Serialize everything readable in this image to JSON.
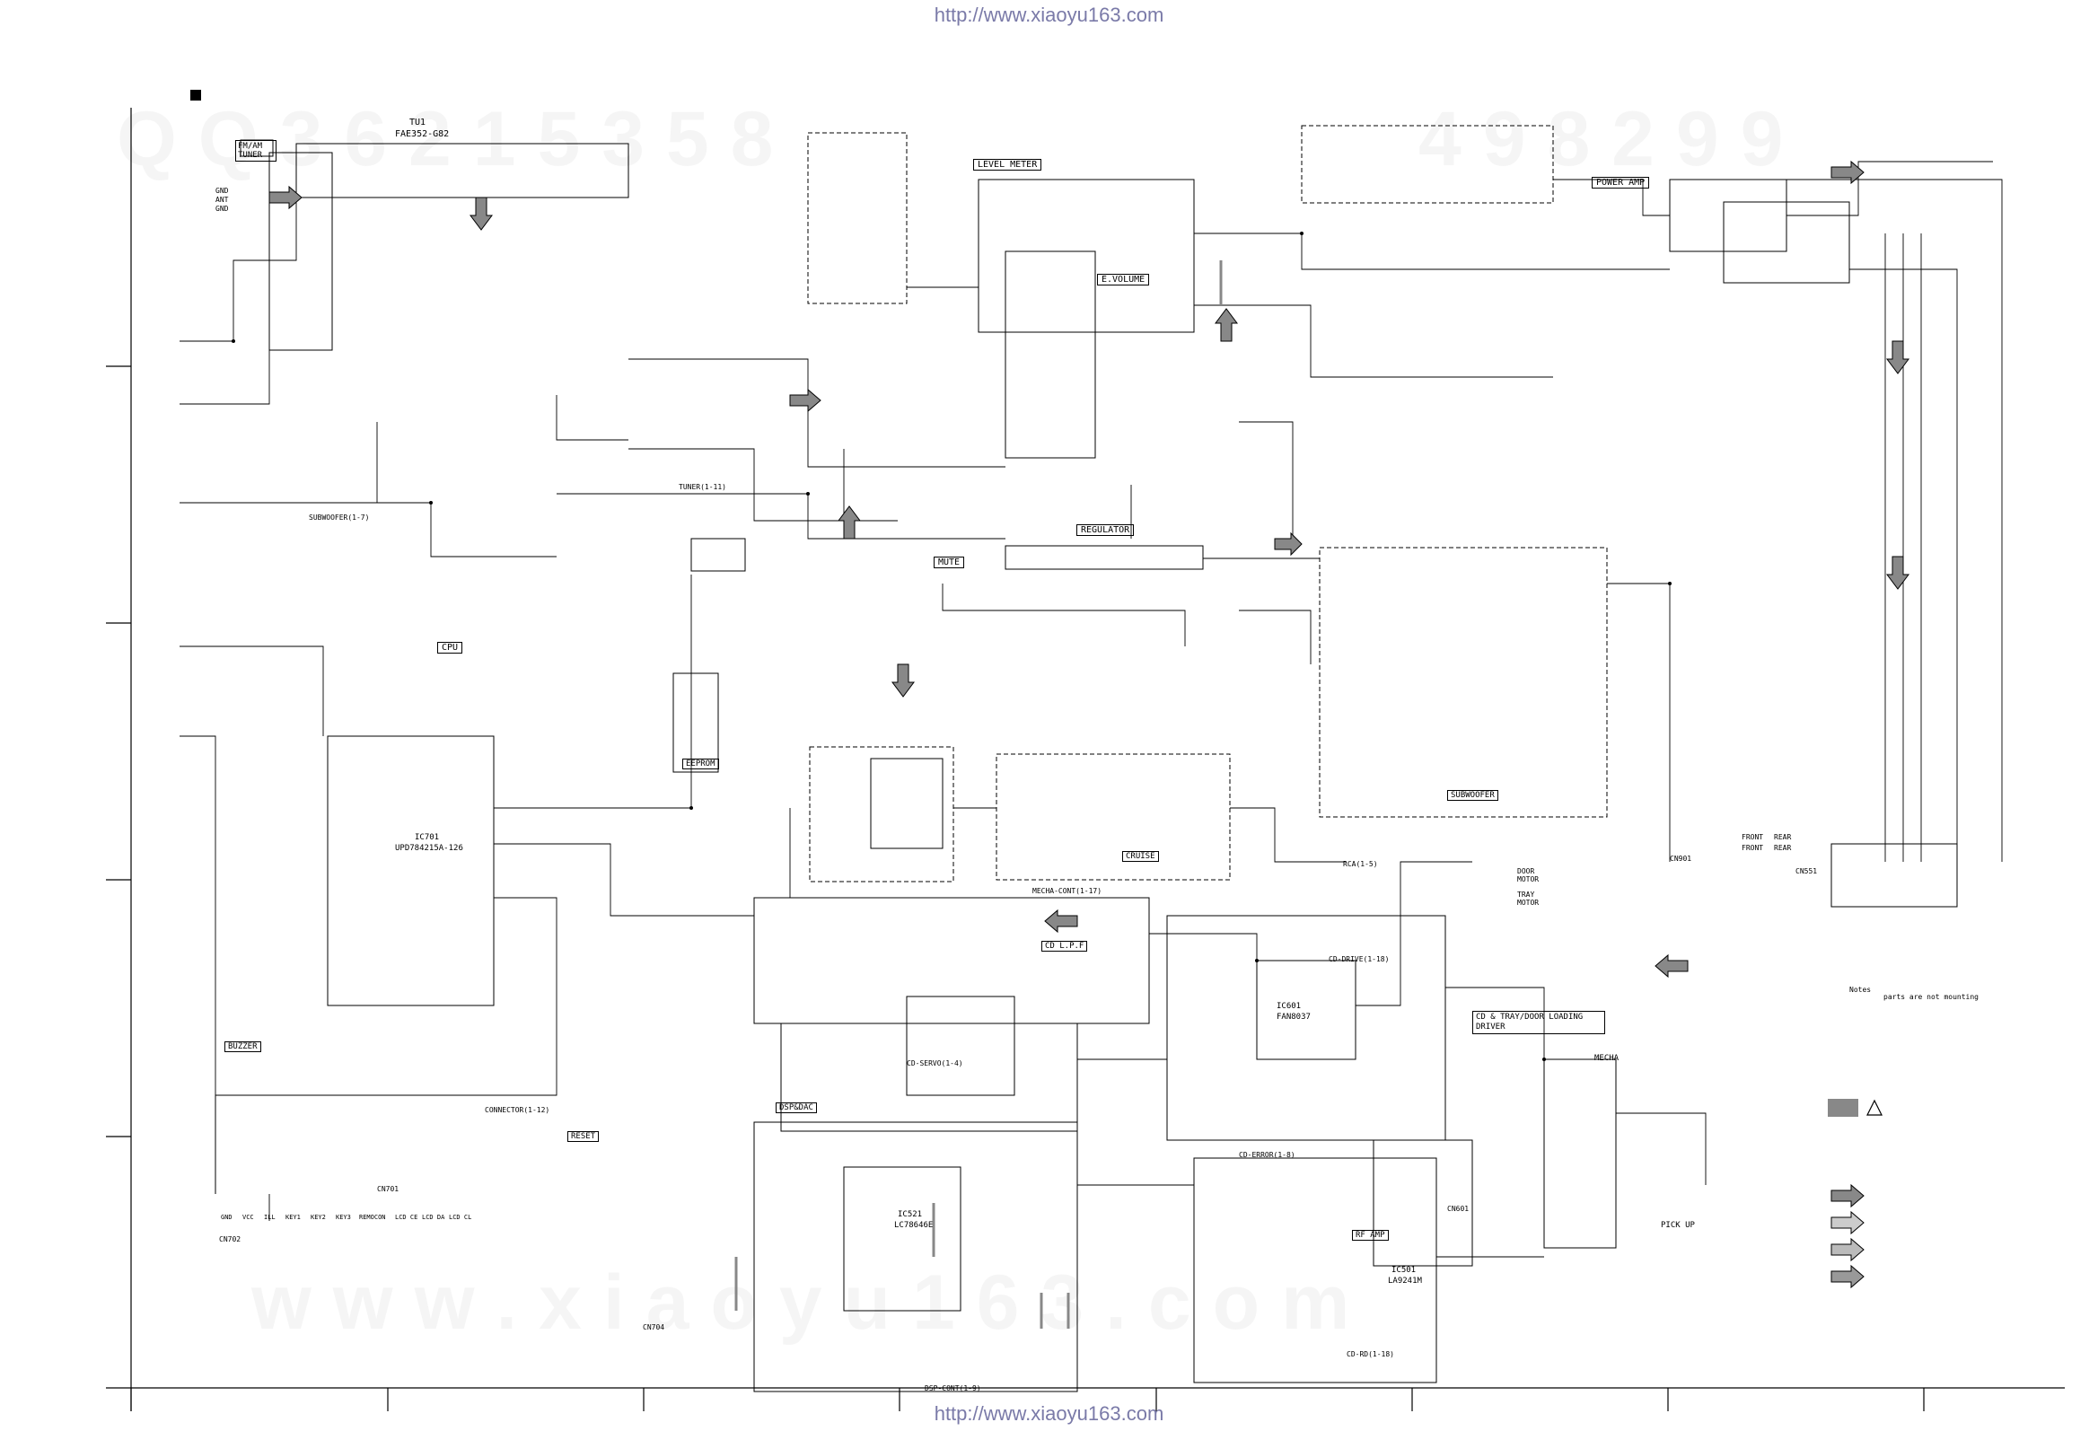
{
  "watermark": {
    "top": "http://www.xiaoyu163.com",
    "bottom": "http://www.xiaoyu163.com"
  },
  "blocks": {
    "tuner_module": "TU1",
    "tuner_part": "FAE352-G82",
    "fm_am_tuner": "FM/AM TUNER",
    "level_meter": "LEVEL METER",
    "e_volume": "E.VOLUME",
    "power_amp": "POWER AMP",
    "regulator": "REGULATOR",
    "mute": "MUTE",
    "cpu": "CPU",
    "eeprom": "EEPROM",
    "buzzer": "BUZZER",
    "reset": "RESET",
    "cruise": "CRUISE",
    "subwoofer": "SUBWOOFER",
    "cd_lpf": "CD L.P.F",
    "dsp_dac": "DSP&DAC",
    "cd_tray_driver": "CD & TRAY/DOOR LOADING DRIVER",
    "rf_amp": "RF AMP",
    "mecha": "MECHA",
    "pick_up": "PICK UP",
    "cpu_ic": "IC701",
    "cpu_part": "UPD784215A-126",
    "drive_ic": "IC601",
    "drive_part": "FAN8037",
    "dsp_ic": "IC521",
    "dsp_part": "LC78646E",
    "rf_ic": "IC501",
    "rf_part": "LA9241M",
    "tray_motor": "TRAY MOTOR",
    "door_motor": "DOOR MOTOR",
    "tuner_conn": "TUNER(1-11)",
    "subwoofer_conn": "SUBWOOFER(1-7)",
    "mecha_cont": "MECHA-CONT(1-17)",
    "connector": "CONNECTOR(1-12)",
    "cd_servo": "CD-SERVO(1-4)",
    "cd_drive": "CD-DRIVE(1-18)",
    "cd_error": "CD-ERROR(1-8)",
    "cd_rd": "CD-RD(1-18)",
    "dsp_cont": "DSP-CONT(1-9)",
    "rca": "RCA(1-5)",
    "cn701": "CN701",
    "cn702": "CN702",
    "cn704": "CN704",
    "cn901": "CN901",
    "cn601": "CN601",
    "cn551": "CN551",
    "notes": "Notes",
    "notes_text": "parts are not mounting",
    "antenna": [
      "GND",
      "ANT",
      "GND"
    ],
    "power_labels": [
      "FRONT",
      "REAR",
      "FRONT",
      "REAR"
    ],
    "bottom_labels": [
      "GND",
      "VCC",
      "ILL",
      "KEY1",
      "KEY2",
      "KEY3",
      "REMOCON",
      "LCD CE",
      "LCD DA",
      "LCD CL"
    ]
  }
}
